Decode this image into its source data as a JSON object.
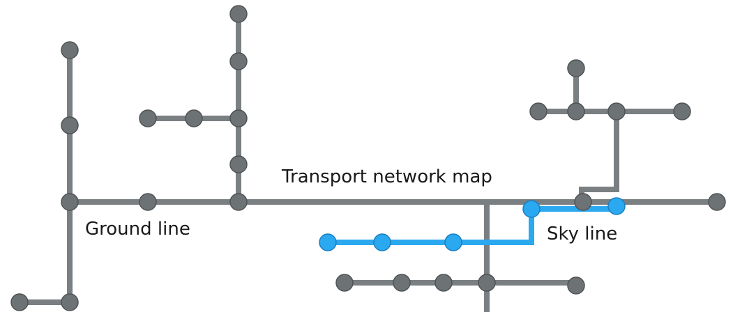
{
  "title": "Transport network map",
  "lines": [
    {
      "name": "Ground line",
      "color": "#7a7f82"
    },
    {
      "name": "Sky line",
      "color": "#2aa8f0"
    }
  ],
  "stop_colors": {
    "ground": "#6d7275",
    "sky": "#2aa8f0"
  }
}
